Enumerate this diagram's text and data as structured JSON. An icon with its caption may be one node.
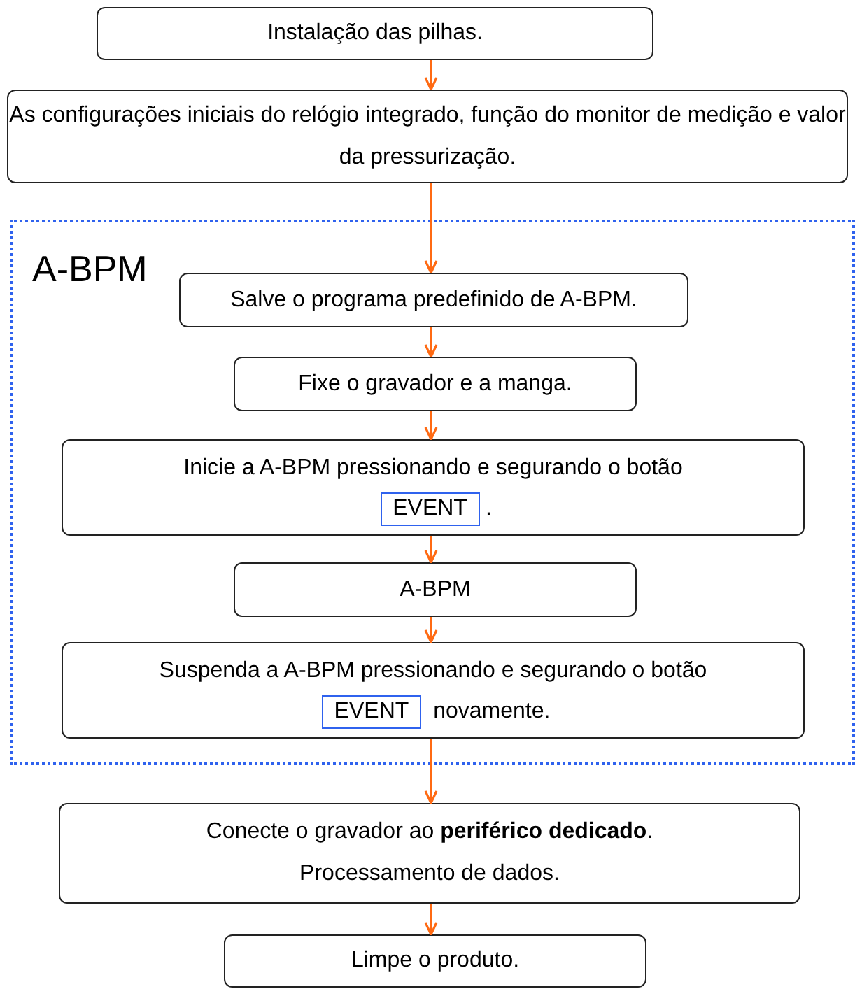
{
  "diagram": {
    "nodes": [
      {
        "text": [
          "Instalação das pilhas."
        ]
      },
      {
        "text": [
          "As configurações iniciais do relógio integrado, função do monitor de medição e valor da pressurização."
        ]
      },
      {
        "text": [
          "A-BPM"
        ]
      },
      {
        "text": [
          "Salve o programa predefinido de A-BPM."
        ],
        "in": 2
      },
      {
        "text": [
          "Fixe o gravador e a manga."
        ],
        "in": 2
      },
      {
        "text": [
          "Inicie a A-BPM pressionando e segurando o botão",
          "."
        ],
        "in": 2
      },
      {
        "text": [
          "EVENT"
        ],
        "in": 5
      },
      {
        "text": [
          "A-BPM"
        ],
        "in": 2
      },
      {
        "text": [
          "Suspenda a A-BPM pressionando e segurando o botão",
          "novamente."
        ],
        "in": 2
      },
      {
        "text": [
          "EVENT"
        ],
        "in": 8
      },
      {
        "text": [
          "Conecte o gravador ao **periférico dedicado**.",
          "Processamento de dados."
        ]
      },
      {
        "text": [
          "Limpe o produto."
        ]
      }
    ],
    "edges": [
      {
        "from": 0,
        "to": 1,
        "arrow": "to"
      },
      {
        "from": 1,
        "to": 3,
        "arrow": "to"
      },
      {
        "from": 3,
        "to": 4,
        "arrow": "to"
      },
      {
        "from": 4,
        "to": 5,
        "arrow": "to"
      },
      {
        "from": 5,
        "to": 7,
        "arrow": "to"
      },
      {
        "from": 7,
        "to": 8,
        "arrow": "to"
      },
      {
        "from": 8,
        "to": 10,
        "arrow": "to"
      },
      {
        "from": 10,
        "to": 11,
        "arrow": "to"
      }
    ]
  }
}
